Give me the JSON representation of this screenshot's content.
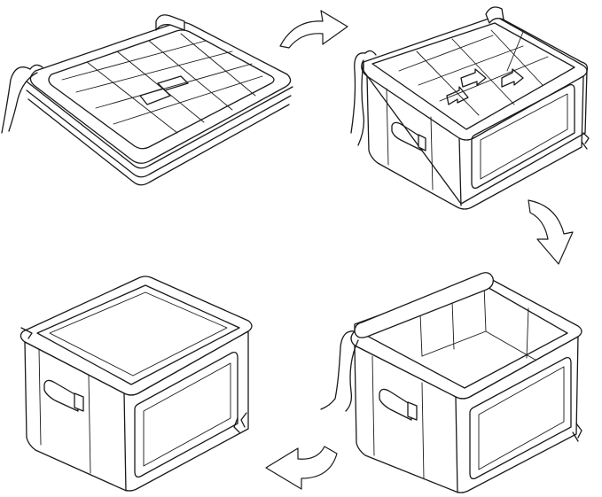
{
  "diagram": {
    "steps": [
      {
        "step": 1,
        "state": "folded-flat"
      },
      {
        "step": 2,
        "state": "partially-unfolded"
      },
      {
        "step": 3,
        "state": "fully-opened"
      },
      {
        "step": 4,
        "state": "closed-lid-zipped"
      }
    ],
    "arrows": [
      {
        "from": 1,
        "to": 2,
        "icon": "curved-arrow-right-icon"
      },
      {
        "from": 2,
        "to": 3,
        "icon": "curved-arrow-down-icon"
      },
      {
        "from": 3,
        "to": 4,
        "icon": "curved-arrow-left-icon"
      }
    ],
    "colors": {
      "line": "#1a1a1a",
      "background": "#ffffff"
    }
  }
}
